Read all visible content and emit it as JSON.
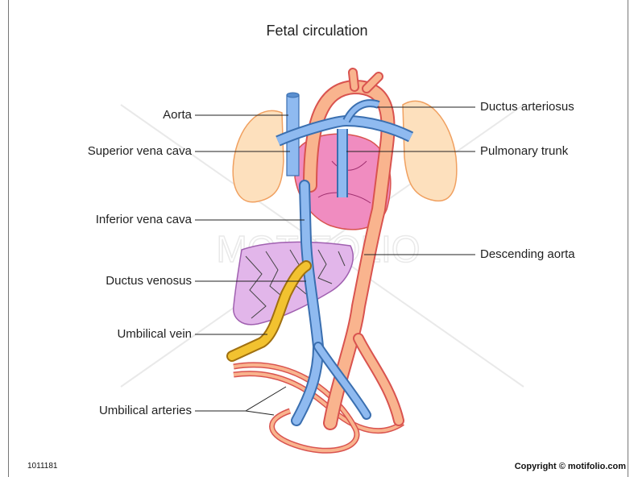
{
  "title": "Fetal circulation",
  "labels": {
    "aorta": "Aorta",
    "superior_vena_cava": "Superior vena cava",
    "inferior_vena_cava": "Inferior vena cava",
    "ductus_venosus": "Ductus venosus",
    "umbilical_vein": "Umbilical vein",
    "umbilical_arteries": "Umbilical arteries",
    "ductus_arteriosus": "Ductus arteriosus",
    "pulmonary_trunk": "Pulmonary trunk",
    "descending_aorta": "Descending aorta"
  },
  "watermark": "MOTIFOLIO",
  "footer": {
    "code": "1011181",
    "copyright": "Copyright © motifolio.com"
  },
  "colors": {
    "artery": "#f9b48e",
    "vein": "#8fbaf0",
    "umbilical_vein": "#f2c230",
    "heart": "#f08cc0",
    "lung": "#fde0bd",
    "liver": "#e2b6ea",
    "outline": "#d9534f"
  }
}
